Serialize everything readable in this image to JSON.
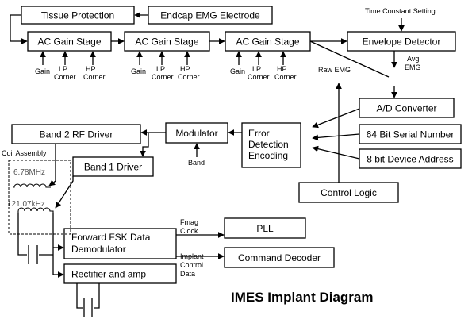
{
  "title": "IMES Implant Diagram",
  "blocks": {
    "tissue_protection": "Tissue Protection",
    "endcap": "Endcap EMG Electrode",
    "ac_gain_1": "AC Gain Stage",
    "ac_gain_2": "AC Gain Stage",
    "ac_gain_3": "AC Gain Stage",
    "envelope_detector": "Envelope Detector",
    "ad_converter": "A/D Converter",
    "serial_number": "64 Bit Serial Number",
    "device_address": "8 bit Device Address",
    "control_logic": "Control Logic",
    "error_detection": [
      "Error",
      "Detection",
      "Encoding"
    ],
    "modulator": "Modulator",
    "band2_driver": "Band 2 RF Driver",
    "band1_driver": "Band 1 Driver",
    "fsk_demod": [
      "Forward FSK  Data",
      "Demodulator"
    ],
    "pll": "PLL",
    "command_decoder": "Command Decoder",
    "rectifier": "Rectifier and amp"
  },
  "labels": {
    "gain": "Gain",
    "lp_corner": [
      "LP",
      "Corner"
    ],
    "hp_corner": [
      "HP",
      "Corner"
    ],
    "time_constant": "Time Constant Setting",
    "avg_emg": [
      "Avg",
      "EMG"
    ],
    "raw_emg": "Raw EMG",
    "band": "Band",
    "coil_assembly": "Coil Assembly",
    "freq_high": "6.78MHz",
    "freq_low": "121.07kHz",
    "fmag_clock": [
      "Fmag",
      "Clock"
    ],
    "implant_control": [
      "Implant",
      "Control",
      "Data"
    ]
  }
}
